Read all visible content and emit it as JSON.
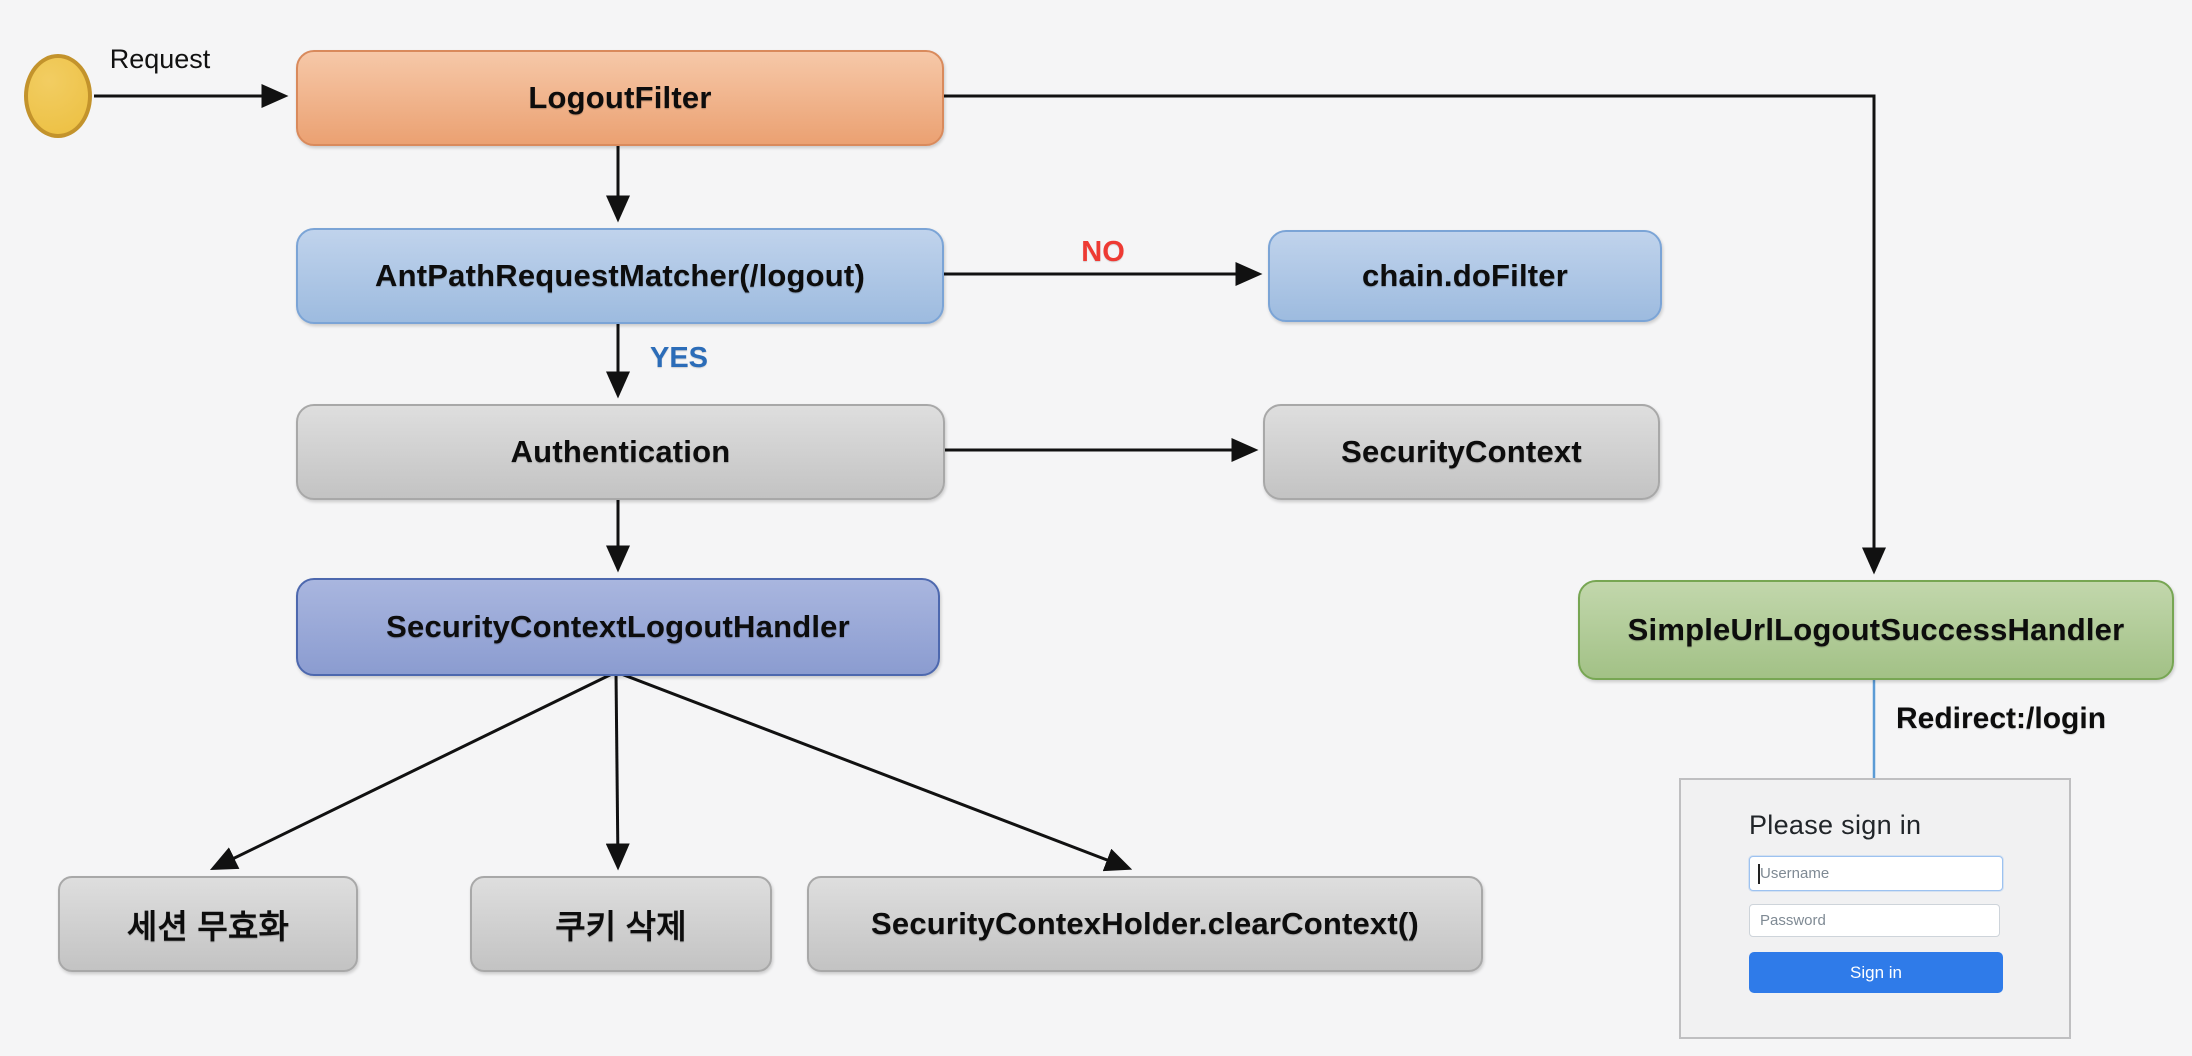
{
  "diagram": {
    "background_color": "#f5f5f6",
    "start": {
      "label": "Request",
      "fill": "#ecbf40",
      "border": "#c3932c"
    },
    "nodes": {
      "logout_filter": {
        "label": "LogoutFilter",
        "fill": "#eba172",
        "border": "#d98a5c"
      },
      "ant_path_matcher": {
        "label": "AntPathRequestMatcher(/logout)",
        "fill": "#9dbbdf",
        "border": "#7ba4d6"
      },
      "chain_do_filter": {
        "label": "chain.doFilter",
        "fill": "#9dbbdf",
        "border": "#7ba4d6"
      },
      "authentication": {
        "label": "Authentication",
        "fill": "#c3c3c3",
        "border": "#a8a8a8"
      },
      "security_context": {
        "label": "SecurityContext",
        "fill": "#c3c3c3",
        "border": "#a8a8a8"
      },
      "security_context_logout_handler": {
        "label": "SecurityContextLogoutHandler",
        "fill": "#8b9cd0",
        "border": "#4d68ae"
      },
      "session_invalidation": {
        "label": "세션 무효화",
        "fill": "#c3c3c3",
        "border": "#a8a8a8"
      },
      "cookie_deletion": {
        "label": "쿠키 삭제",
        "fill": "#c3c3c3",
        "border": "#a8a8a8"
      },
      "clear_context": {
        "label": "SecurityContexHolder.clearContext()",
        "fill": "#c3c3c3",
        "border": "#a8a8a8"
      },
      "simple_url_logout_success_handler": {
        "label": "SimpleUrlLogoutSuccessHandler",
        "fill": "#a2c186",
        "border": "#77a653"
      }
    },
    "edge_labels": {
      "no": {
        "label": "NO",
        "color": "#ee3a33"
      },
      "yes": {
        "label": "YES",
        "color": "#2b6cb8"
      },
      "redirect": {
        "label": "Redirect:/login",
        "color": "#0d0d0d"
      }
    },
    "connector_colors": {
      "arrow": "#111111",
      "redirect_line": "#5b9bd5"
    }
  },
  "login_form": {
    "title": "Please sign in",
    "username": {
      "placeholder": "Username",
      "value": ""
    },
    "password": {
      "placeholder": "Password",
      "value": ""
    },
    "sign_in": {
      "label": "Sign in",
      "color": "#2f7be9"
    }
  }
}
